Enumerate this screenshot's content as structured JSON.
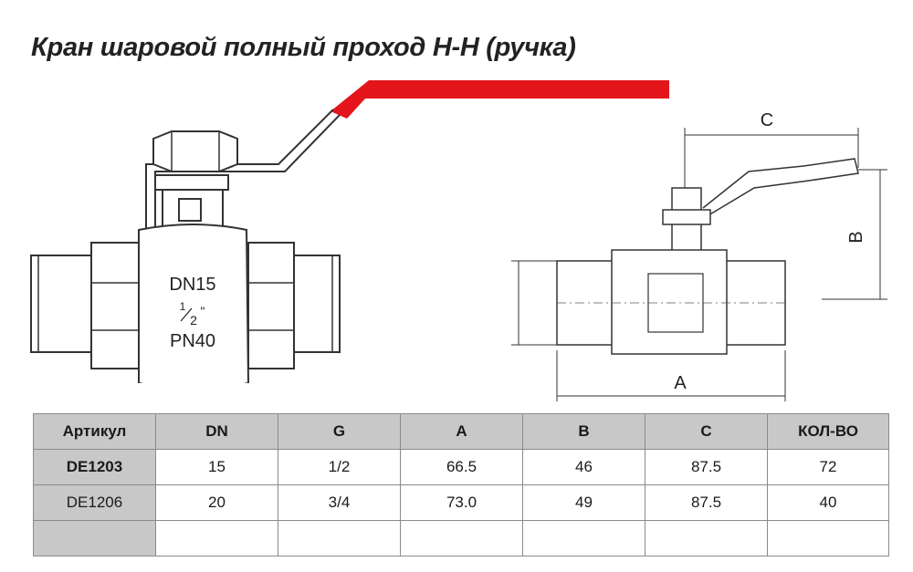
{
  "title": "Кран шаровой полный проход Н-Н (ручка)",
  "valve_marking": {
    "dn": "DN15",
    "size_num": "1",
    "size_den": "2",
    "size_inch": "\"",
    "pn": "PN40"
  },
  "dimensions": {
    "a": "A",
    "b": "B",
    "c": "C"
  },
  "colors": {
    "handle": "#e3151b",
    "header_bg": "#c8c8c8",
    "body_line": "#333333"
  },
  "table": {
    "headers": [
      "Артикул",
      "DN",
      "G",
      "A",
      "B",
      "C",
      "КОЛ-ВО"
    ],
    "rows": [
      [
        "DE1203",
        "15",
        "1/2",
        "66.5",
        "46",
        "87.5",
        "72"
      ],
      [
        "DE1206",
        "20",
        "3/4",
        "73.0",
        "49",
        "87.5",
        "40"
      ],
      [
        "",
        "",
        "",
        "",
        "",
        "",
        ""
      ]
    ]
  }
}
